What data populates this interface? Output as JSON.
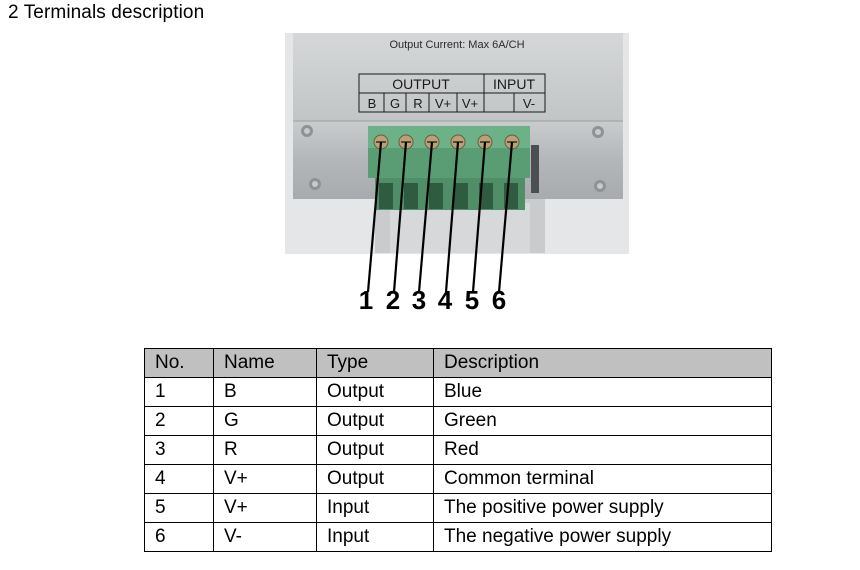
{
  "heading": "2 Terminals description",
  "photo": {
    "device_label": "Output Current: Max 6A/CH",
    "output_group": "OUTPUT",
    "input_group": "INPUT",
    "terminal_labels": [
      "B",
      "G",
      "R",
      "V+",
      "V+",
      "V-"
    ]
  },
  "pin_numbers": [
    "1",
    "2",
    "3",
    "4",
    "5",
    "6"
  ],
  "table": {
    "headers": [
      "No.",
      "Name",
      "Type",
      "Description"
    ],
    "rows": [
      {
        "no": "1",
        "name": "B",
        "type": "Output",
        "description": "Blue"
      },
      {
        "no": "2",
        "name": "G",
        "type": "Output",
        "description": "Green"
      },
      {
        "no": "3",
        "name": "R",
        "type": "Output",
        "description": "Red"
      },
      {
        "no": "4",
        "name": "V+",
        "type": "Output",
        "description": "Common terminal"
      },
      {
        "no": "5",
        "name": "V+",
        "type": "Input",
        "description": "The positive power supply"
      },
      {
        "no": "6",
        "name": "V-",
        "type": "Input",
        "description": "The negative power supply"
      }
    ]
  },
  "colors": {
    "connector_green": "#5fa57c",
    "table_header_bg": "#c0c0c0"
  }
}
